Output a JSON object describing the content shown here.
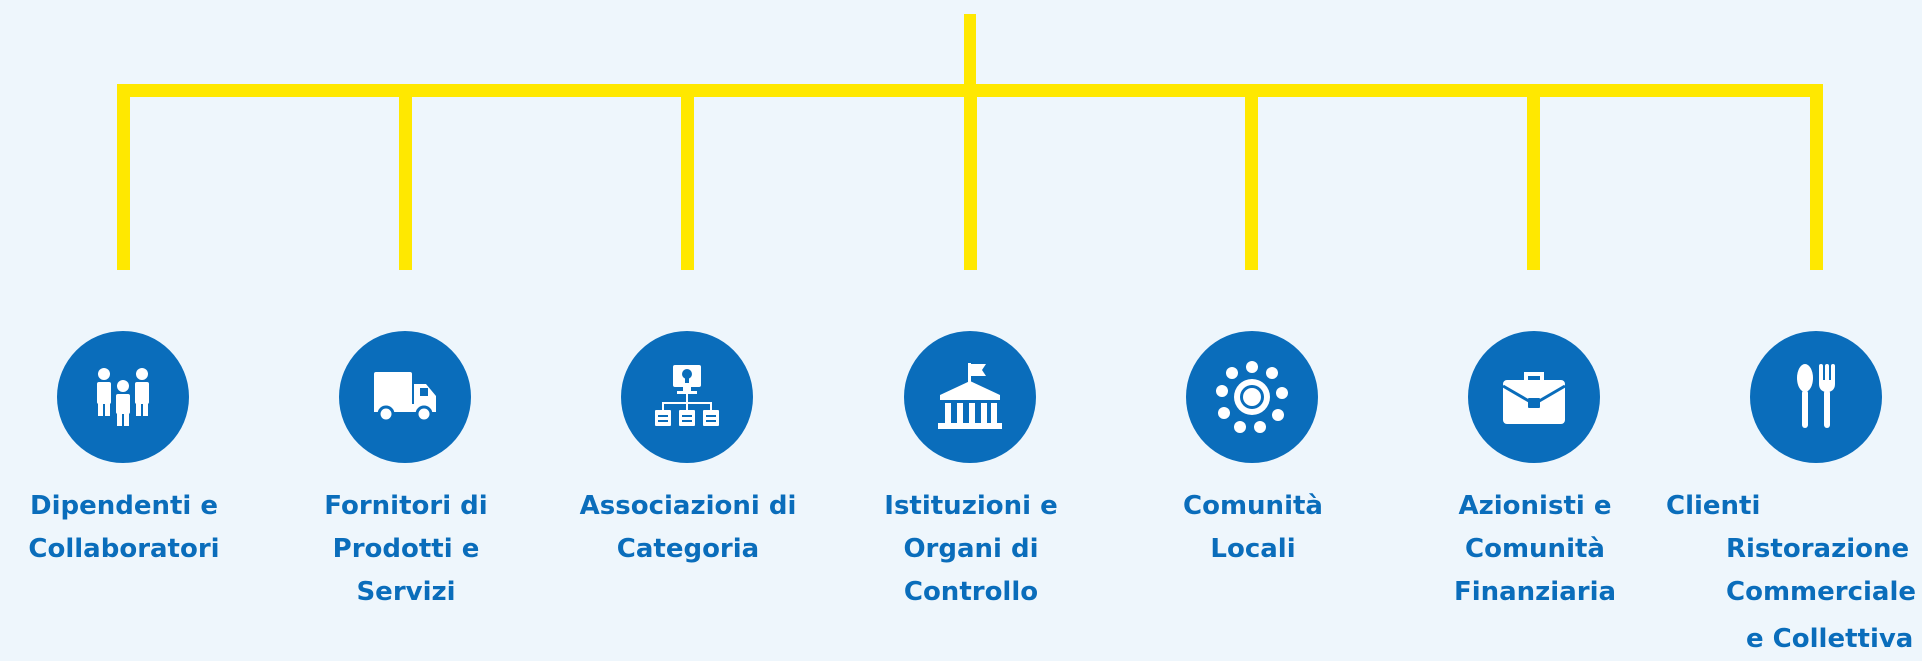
{
  "diagram": {
    "accent_color": "#ffe800",
    "node_color": "#0a6dbb",
    "background_color": "#eef6fc",
    "nodes": [
      {
        "id": "dipendenti",
        "icon": "people-icon",
        "lines": [
          "Dipendenti e",
          "Collaboratori"
        ]
      },
      {
        "id": "fornitori",
        "icon": "truck-icon",
        "lines": [
          "Fornitori di",
          "Prodotti e",
          "Servizi"
        ]
      },
      {
        "id": "associazioni",
        "icon": "network-icon",
        "lines": [
          "Associazioni di",
          "Categoria"
        ]
      },
      {
        "id": "istituzioni",
        "icon": "government-building-icon",
        "lines": [
          "Istituzioni e",
          "Organi di",
          "Controllo"
        ]
      },
      {
        "id": "comunita",
        "icon": "community-ring-icon",
        "lines": [
          "Comunità",
          "Locali"
        ]
      },
      {
        "id": "azionisti",
        "icon": "briefcase-icon",
        "lines": [
          "Azionisti e",
          "Comunità",
          "Finanziaria"
        ]
      },
      {
        "id": "clienti",
        "icon": "spoon-fork-icon",
        "lines": [
          "Clienti",
          "Ristorazione",
          "Commerciale",
          "e Collettiva"
        ]
      }
    ]
  }
}
